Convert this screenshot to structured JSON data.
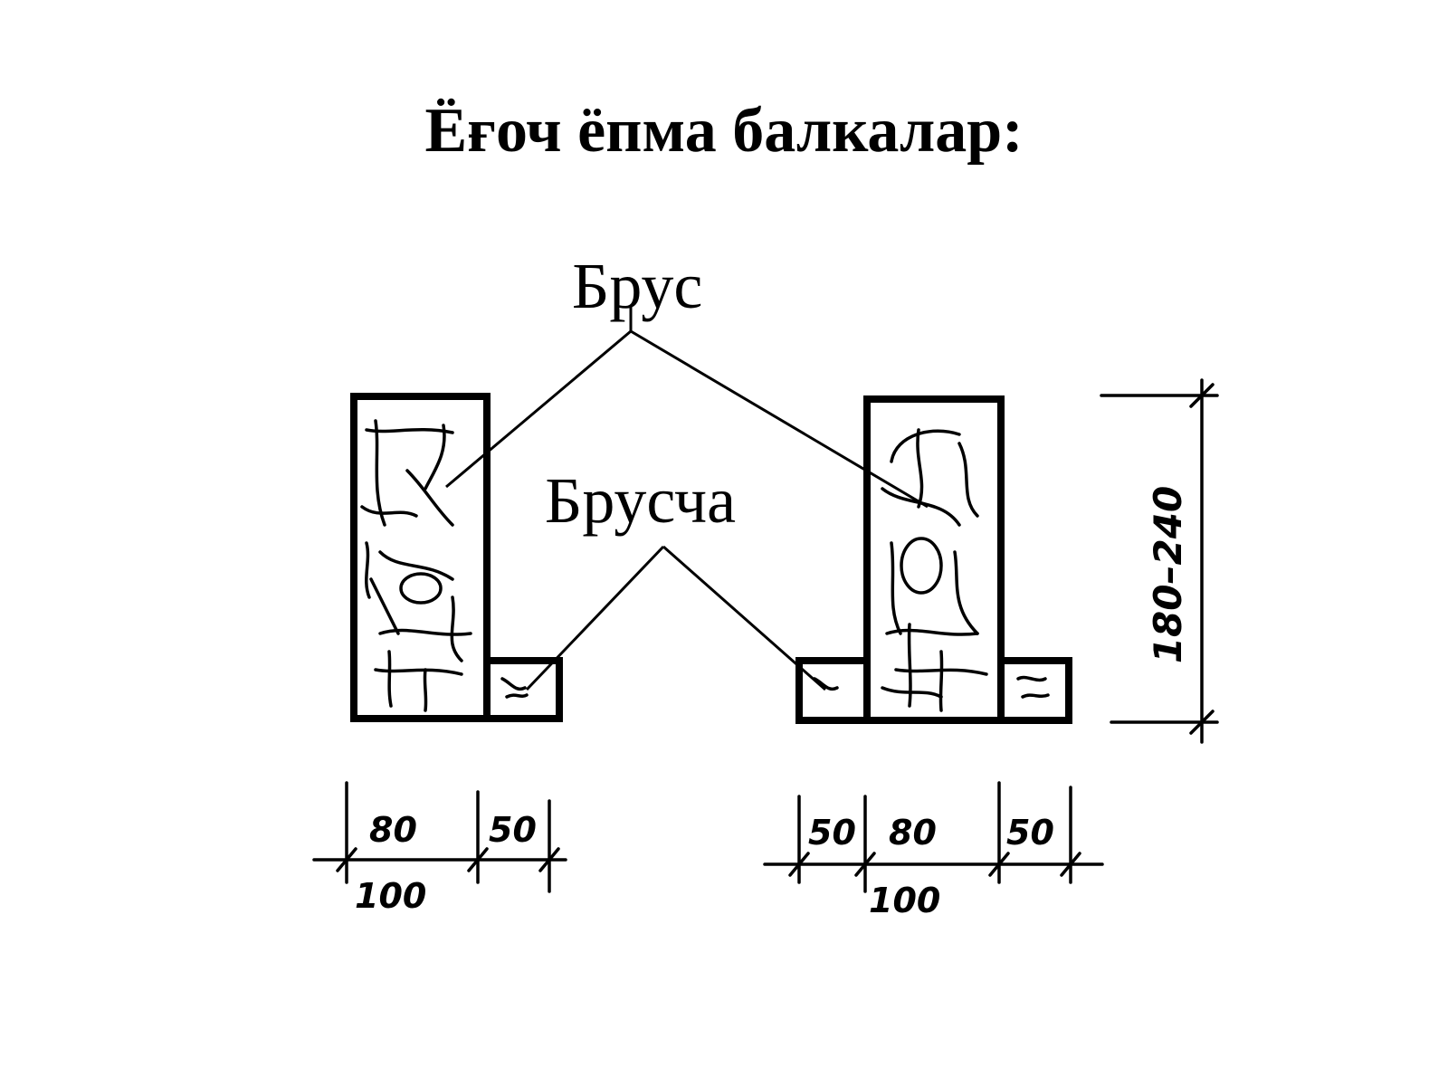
{
  "title": "Ёғоч ёпма балкалар:",
  "labels": {
    "brus": "Брус",
    "bruscha": "Брусча"
  },
  "dimensions": {
    "left": {
      "beam_width": "80",
      "strip_width": "50",
      "total": "100"
    },
    "right": {
      "strip_left": "50",
      "beam_width": "80",
      "strip_right": "50",
      "total": "100"
    },
    "height": "180–240"
  }
}
